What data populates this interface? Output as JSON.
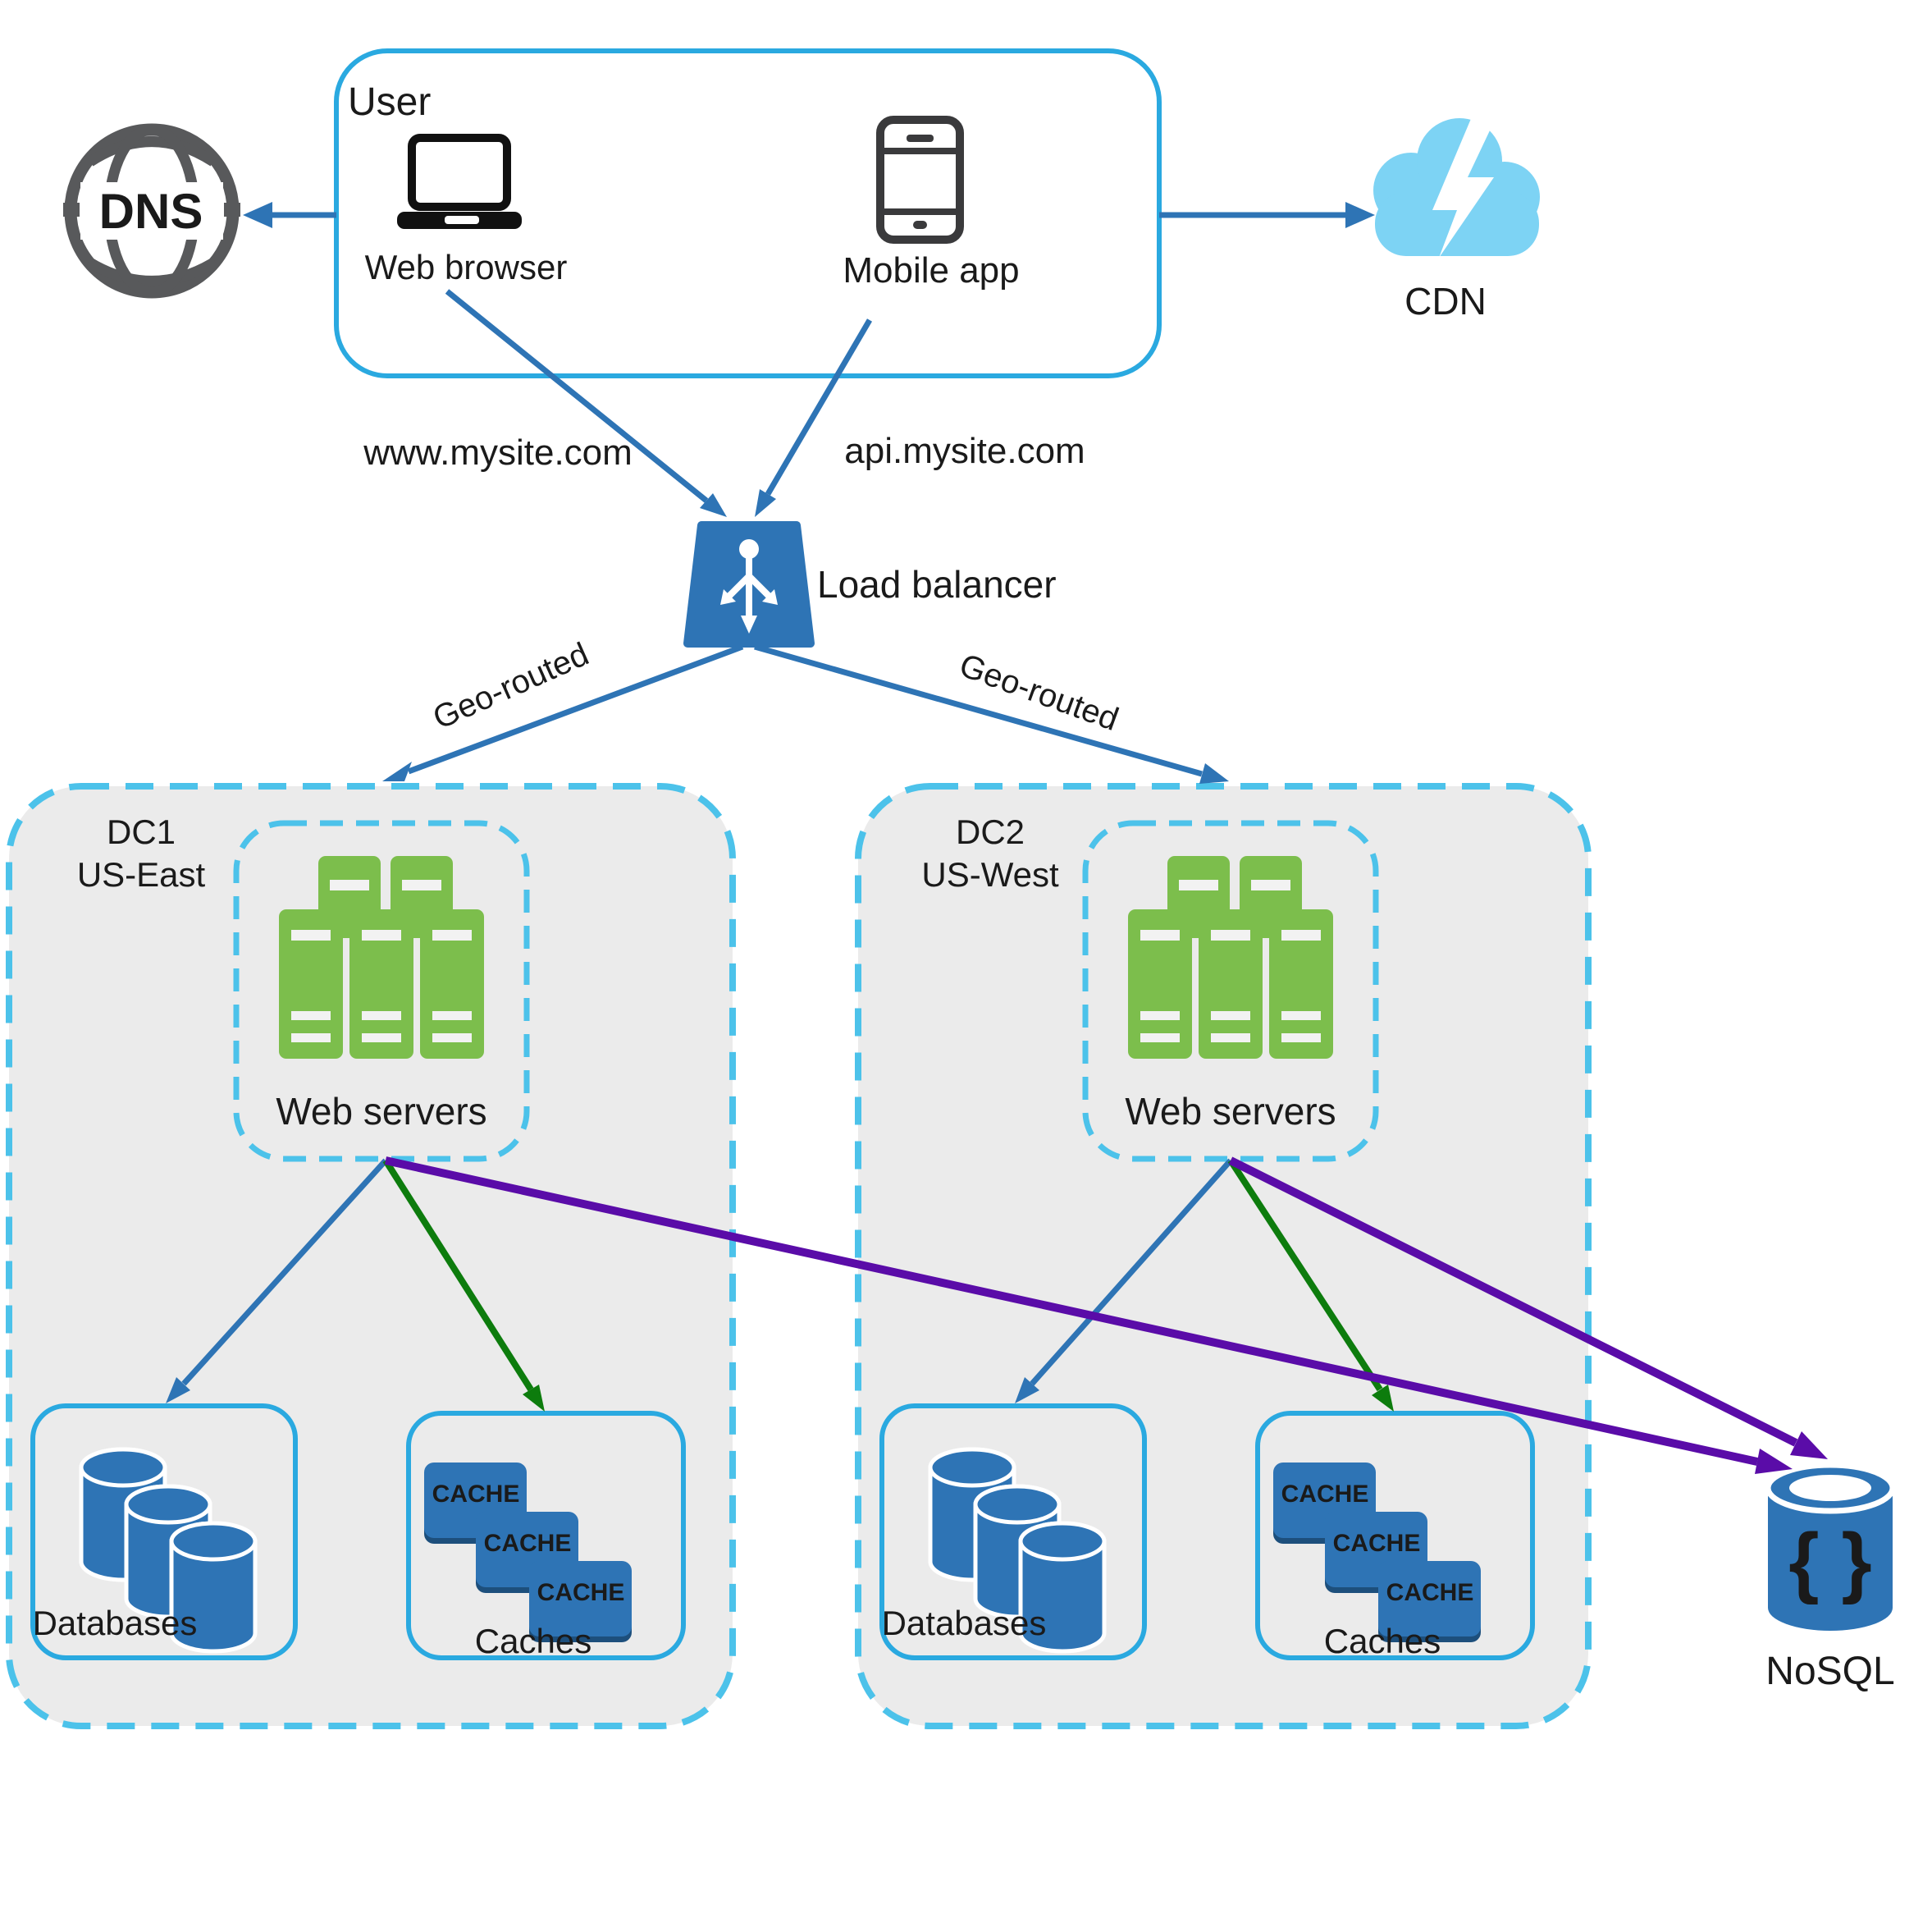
{
  "colors": {
    "blue": "#2e74b5",
    "cyan_border": "#2aa9e0",
    "cyan_dash": "#4cc2ea",
    "gray_fill": "#ebebeb",
    "green": "#0d7c0d",
    "purple": "#5a0ca8",
    "server_green": "#7cbe4c",
    "cloud_blue": "#7dd3f4",
    "dns_gray": "#58595b",
    "cache_shadow": "#1d4f7c",
    "device_dark": "#3a3a3c"
  },
  "dns": {
    "label": "DNS"
  },
  "user": {
    "title": "User",
    "browser_label": "Web browser",
    "mobile_label": "Mobile app"
  },
  "cdn": {
    "label": "CDN"
  },
  "routes": {
    "www": "www.mysite.com",
    "api": "api.mysite.com",
    "geo": "Geo-routed"
  },
  "load_balancer": {
    "label": "Load balancer"
  },
  "dc1": {
    "id": "DC1",
    "region": "US-East",
    "web_servers": "Web servers",
    "databases": "Databases",
    "caches": "Caches"
  },
  "dc2": {
    "id": "DC2",
    "region": "US-West",
    "web_servers": "Web servers",
    "databases": "Databases",
    "caches": "Caches"
  },
  "cache_tile": "CACHE",
  "nosql": {
    "label": "NoSQL",
    "glyph": "{ }"
  }
}
